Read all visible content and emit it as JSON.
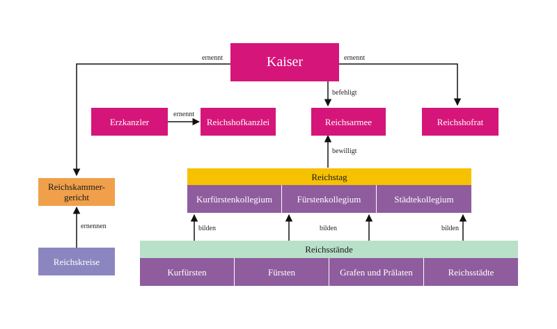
{
  "diagram": {
    "nodes": {
      "kaiser": "Kaiser",
      "erzkanzler": "Erzkanzler",
      "reichshofkanzlei": "Reichshofkanzlei",
      "reichsarmee": "Reichsarmee",
      "reichshofrat": "Reichshofrat",
      "reichskammergericht": "Reichskammer-\ngericht",
      "reichskreise": "Reichskreise",
      "reichstag": "Reichstag",
      "reichsstaende": "Reichsstände"
    },
    "reichstag_kollegien": [
      "Kurfürstenkollegium",
      "Fürstenkollegium",
      "Städtekollegium"
    ],
    "staende_gruppen": [
      "Kurfürsten",
      "Fürsten",
      "Grafen und Prälaten",
      "Reichsstädte"
    ],
    "edges": {
      "kaiser_to_gericht": "ernennt",
      "kaiser_to_hofrat": "ernennt",
      "kaiser_to_armee": "befehligt",
      "erzkanzler_to_kanzlei": "ernennt",
      "reichstag_to_armee": "bewilligt",
      "kreise_to_gericht": "ernennen",
      "staende_to_kurfuersten": "bilden",
      "staende_to_fuersten": "bilden",
      "staende_to_staedte": "bilden"
    },
    "colors": {
      "magenta": "#d6157a",
      "orange": "#f0a04a",
      "lavender": "#8b86bf",
      "purple": "#8f5c9e",
      "yellow": "#f6c100",
      "mint": "#b9e0c8"
    }
  }
}
